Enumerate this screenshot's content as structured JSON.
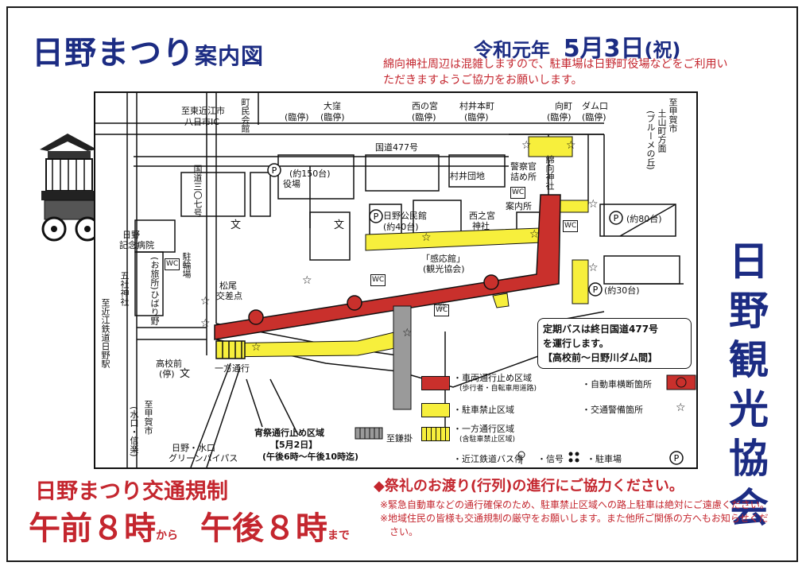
{
  "header": {
    "title_main": "日野まつり",
    "title_sub": "案内図",
    "date_era": "令和元年",
    "date_month": "5月3日",
    "date_holiday": "(祝)",
    "notice_line1": "綿向神社周辺は混雑しますので、駐車場は日野町役場などをご利用い",
    "notice_line2": "ただきますようご協力をお願いします。"
  },
  "sidebar": {
    "org": "日野観光協会"
  },
  "map": {
    "labels": {
      "higashiomi": "至東近江市",
      "yokaichi": "八日市IC",
      "chomin": "町民会館",
      "ookubo": "大窪",
      "nishinomiya": "西の宮",
      "muraihon": "村井本町",
      "mukaimachi": "向町",
      "damuguchi": "ダム口",
      "rinji": "(臨停)",
      "to_koka": "至甲賀市",
      "tsuchiyama": "土山町方面",
      "blueme": "(ブルーメの丘)",
      "route477": "国道477号",
      "route307": "国道三〇七号",
      "yakuba": "役場",
      "p150": "(約150台)",
      "muraidanchi": "村井団地",
      "keisatsu1": "警察官",
      "keisatsu2": "詰め所",
      "watamuki": "綿向神社",
      "annai": "案内所",
      "kominkan": "日野公民館",
      "p40": "(約40台)",
      "nishinomiya_jinja1": "西之宮",
      "nishinomiya_jinja2": "神社",
      "p80": "(約80台)",
      "kannou1": "「感応館」",
      "kannou2": "(観光協会)",
      "p30": "(約30台)",
      "hospital1": "日野",
      "hospital2": "記念病院",
      "parking": "駐輪場",
      "otabisho": "(お旅所)ひばり野",
      "gosha": "五社神社",
      "matsuo1": "松尾",
      "matsuo2": "交差点",
      "to_ohmi": "至近江鉄道日野駅",
      "kokomae1": "高校前",
      "kokomae2": "(停)",
      "oneway": "一方通行",
      "to_koka2": "至甲賀市",
      "minakuchi": "(水口・信楽)",
      "bypass1": "日野・水口",
      "bypass2": "グリーンバイパス",
      "kamakake": "至鎌掛",
      "yoimatsuri1": "宵祭通行止め区域",
      "yoimatsuri2": "【5月2日】",
      "yoimatsuri3": "(午後6時〜午後10時迄)",
      "bun": "文",
      "wc": "WC"
    },
    "busnote": {
      "line1": "定期バスは終日国道477号",
      "line2": "を運行します。",
      "line3": "【高校前〜日野川ダム間】"
    },
    "legend": {
      "closed": "・車両通行止め区域",
      "closed_note": "(歩行者・自転車用道路)",
      "nopark": "・駐車禁止区域",
      "oneway": "・一方通行区域",
      "oneway_note": "(含駐車禁止区域)",
      "bus": "・近江鉄道バス停",
      "signal": "・信号",
      "parking": "・駐車場",
      "crossing": "・自動車横断箇所",
      "guard": "・交通警備箇所"
    },
    "colors": {
      "closed": "#c9302c",
      "nopark": "#f7ef3c",
      "navy": "#1c2c83",
      "red": "#c4262e"
    }
  },
  "regulation": {
    "title": "日野まつり交通規制",
    "start": "午前８時",
    "kara": "から",
    "end": "午後８時",
    "made": "まで"
  },
  "cooperation": {
    "headline": "◆祭礼のお渡り(行列)の進行にご協力ください。",
    "note1": "※緊急自動車などの通行確保のため、駐車禁止区域への路上駐車は絶対にご遠慮ください。",
    "note2": "※地域住民の皆様も交通規制の厳守をお願いします。また他所ご関係の方へもお知らせくだ",
    "note3": "さい。"
  }
}
